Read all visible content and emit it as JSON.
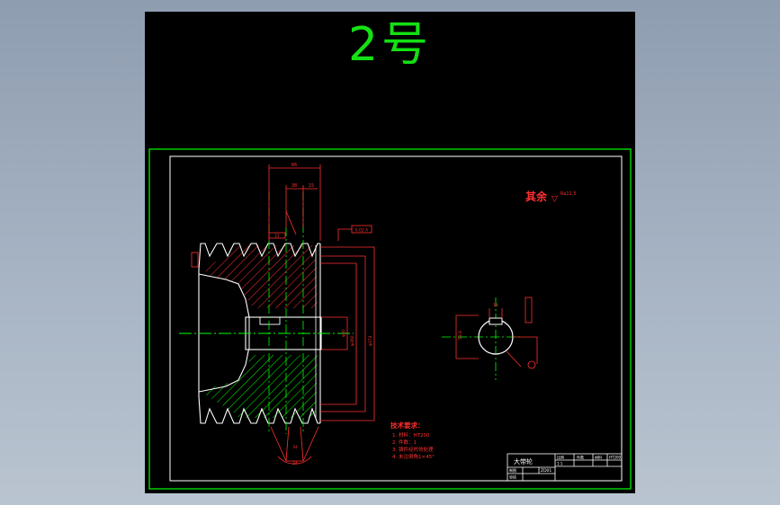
{
  "sheet": {
    "title": "2号"
  },
  "colors": {
    "background": "#9aa7b8",
    "sheet": "#000000",
    "title": "#14e014",
    "frame": "#00ff00",
    "inner_border": "#ffffff",
    "section": "#ff3030",
    "hatch": "#ff3030",
    "centerline": "#00ff00",
    "outline": "#ffffff"
  },
  "annotations": {
    "roughness_note": "其余",
    "roughness_symbol": "▽",
    "roughness_value": "Ra12.5"
  },
  "dimensions": {
    "top_overall": "66",
    "top_inner": "38",
    "top_small": "15",
    "groove_pitch": "15",
    "tol_box": "0.02 A",
    "outer_dia": "φ374",
    "pitch_dia": "φ360",
    "bore_dia": "φ50",
    "key_depth": "53.8",
    "key_width": "14",
    "groove_angle": "34",
    "groove_bottom": "34"
  },
  "tech_requirements": {
    "heading": "技术要求：",
    "items": [
      "1. 材料：HT200",
      "2. 件数：1",
      "3. 铸件经时效处理",
      "4. 未注倒角1×45°"
    ]
  },
  "title_block": {
    "part_name": "大带轮",
    "scale_label": "比例",
    "scale_value": "1:1",
    "qty_label": "件数",
    "material_label": "材料",
    "material_value": "HT200",
    "drawn_label": "制图",
    "checked_label": "审核",
    "drawing_no": "ZD01"
  }
}
